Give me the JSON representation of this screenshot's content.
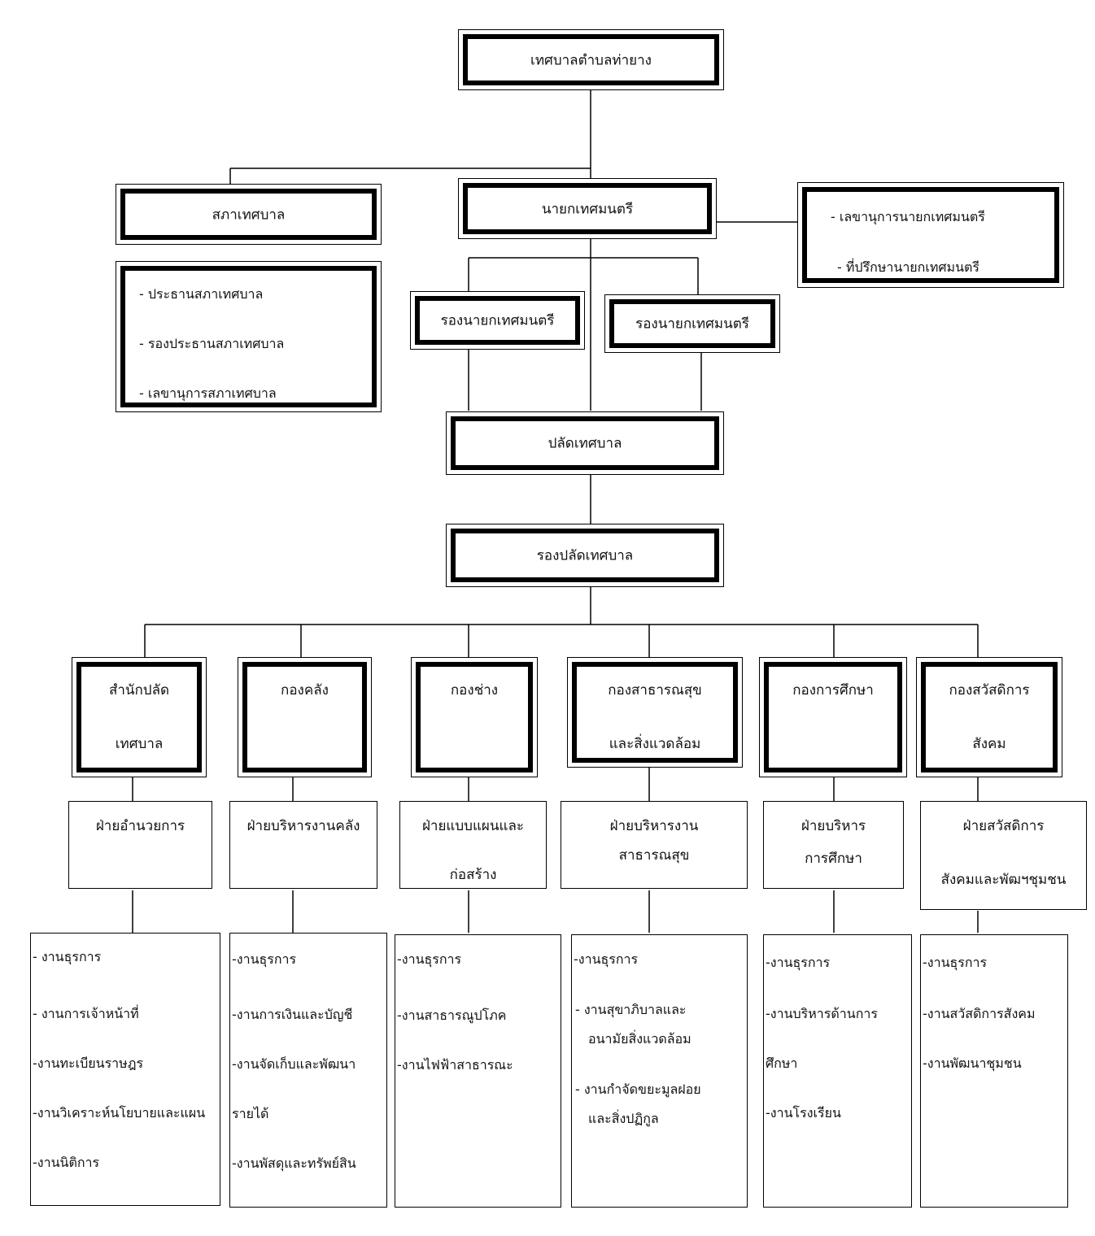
{
  "top": {
    "title": "เทศบาลตำบลท่ายาง"
  },
  "council": {
    "title": "สภาเทศบาล",
    "members": [
      "- ประธานสภาเทศบาล",
      "- รองประธานสภาเทศบาล",
      "- เลขานุการสภาเทศบาล"
    ]
  },
  "mayor": {
    "title": "นายกเทศมนตรี"
  },
  "mayor_staff": {
    "items": [
      "-  เลขานุการนายกเทศมนตรี",
      "-  ที่ปรึกษานายกเทศมนตรี"
    ]
  },
  "deputy_mayor_1": {
    "title": "รองนายกเทศมนตรี"
  },
  "deputy_mayor_2": {
    "title": "รองนายกเทศมนตรี"
  },
  "clerk": {
    "title": "ปลัดเทศบาล"
  },
  "deputy_clerk": {
    "title": "รองปลัดเทศบาล"
  },
  "departments": [
    {
      "name": [
        "สำนักปลัด",
        "เทศบาล"
      ],
      "section": [
        "ฝ่ายอำนวยการ"
      ],
      "tasks": [
        "- งานธุรการ",
        "- งานการเจ้าหน้าที่",
        "-งานทะเบียนราษฎร",
        "-งานวิเคราะห์นโยบายและแผน",
        "-งานนิติการ"
      ]
    },
    {
      "name": [
        "กองคลัง"
      ],
      "section": [
        "ฝ่ายบริหารงานคลัง"
      ],
      "tasks": [
        "-งานธุรการ",
        "-งานการเงินและบัญชี",
        "-งานจัดเก็บและพัฒนา",
        "รายได้",
        "-งานพัสดุและทรัพย์สิน"
      ]
    },
    {
      "name": [
        "กองช่าง"
      ],
      "section": [
        "ฝ่ายแบบแผนและ",
        "ก่อสร้าง"
      ],
      "tasks": [
        "-งานธุรการ",
        "-งานสาธารณูปโภค",
        "-งานไฟฟ้าสาธารณะ"
      ]
    },
    {
      "name": [
        "กองสาธารณสุข",
        "และสิ่งแวดล้อม"
      ],
      "section": [
        "ฝ่ายบริหารงาน",
        "สาธารณสุข"
      ],
      "tasks": [
        "-งานธุรการ",
        "- งานสุขาภิบาลและ",
        "อนามัยสิ่งแวดล้อม",
        "- งานกำจัดขยะมูลฝอย",
        "และสิ่งปฏิกูล"
      ]
    },
    {
      "name": [
        "กองการศึกษา"
      ],
      "section": [
        "ฝ่ายบริหาร",
        "การศึกษา"
      ],
      "tasks": [
        "-งานธุรการ",
        "-งานบริหารด้านการ",
        "ศึกษา",
        "-งานโรงเรียน"
      ]
    },
    {
      "name": [
        "กองสวัสดิการ",
        "สังคม"
      ],
      "section": [
        "ฝ่ายสวัสดิการ",
        "สังคมและพัฒฯชุมชน"
      ],
      "tasks": [
        "-งานธุรการ",
        "-งานสวัสดิการสังคม",
        "-งานพัฒนาชุมชน"
      ]
    }
  ]
}
